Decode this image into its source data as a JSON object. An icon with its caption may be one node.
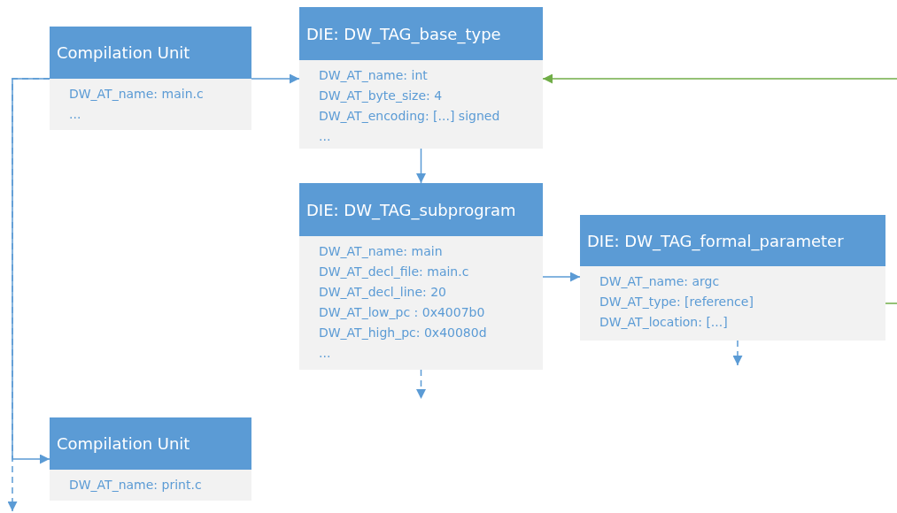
{
  "diagram": {
    "nodes": [
      {
        "text": [
          "Compilation Unit",
          "DW_AT_name: main.c",
          "..."
        ]
      },
      {
        "text": [
          "DIE: DW_TAG_base_type",
          "DW_AT_name: int",
          "DW_AT_byte_size: 4",
          "DW_AT_encoding: [...] signed",
          "..."
        ]
      },
      {
        "text": [
          "DIE: DW_TAG_subprogram",
          "DW_AT_name: main",
          "DW_AT_decl_file: main.c",
          "DW_AT_decl_line: 20",
          "DW_AT_low_pc : 0x4007b0",
          "DW_AT_high_pc: 0x40080d",
          "..."
        ]
      },
      {
        "text": [
          "DIE: DW_TAG_formal_parameter",
          "DW_AT_name: argc",
          "DW_AT_type: [reference]",
          "DW_AT_location: [...]"
        ]
      },
      {
        "text": [
          "Compilation Unit",
          "DW_AT_name: print.c"
        ]
      }
    ],
    "edges": [
      {
        "from": 0,
        "to": 1,
        "arrow": "to"
      },
      {
        "from": 0,
        "to": 4,
        "arrow": "to"
      },
      {
        "from": 0,
        "to": null,
        "arrow": "to",
        "style": "dashed"
      },
      {
        "from": 1,
        "to": 2,
        "arrow": "to"
      },
      {
        "from": 2,
        "to": 3,
        "arrow": "to"
      },
      {
        "from": 2,
        "to": null,
        "arrow": "to",
        "style": "dashed"
      },
      {
        "from": 3,
        "to": null,
        "arrow": "to",
        "style": "dashed"
      },
      {
        "from": null,
        "to": 1,
        "arrow": "to",
        "color": "#70ad47"
      },
      {
        "from": 3,
        "to": null,
        "arrow": "none",
        "color": "#70ad47"
      }
    ]
  }
}
